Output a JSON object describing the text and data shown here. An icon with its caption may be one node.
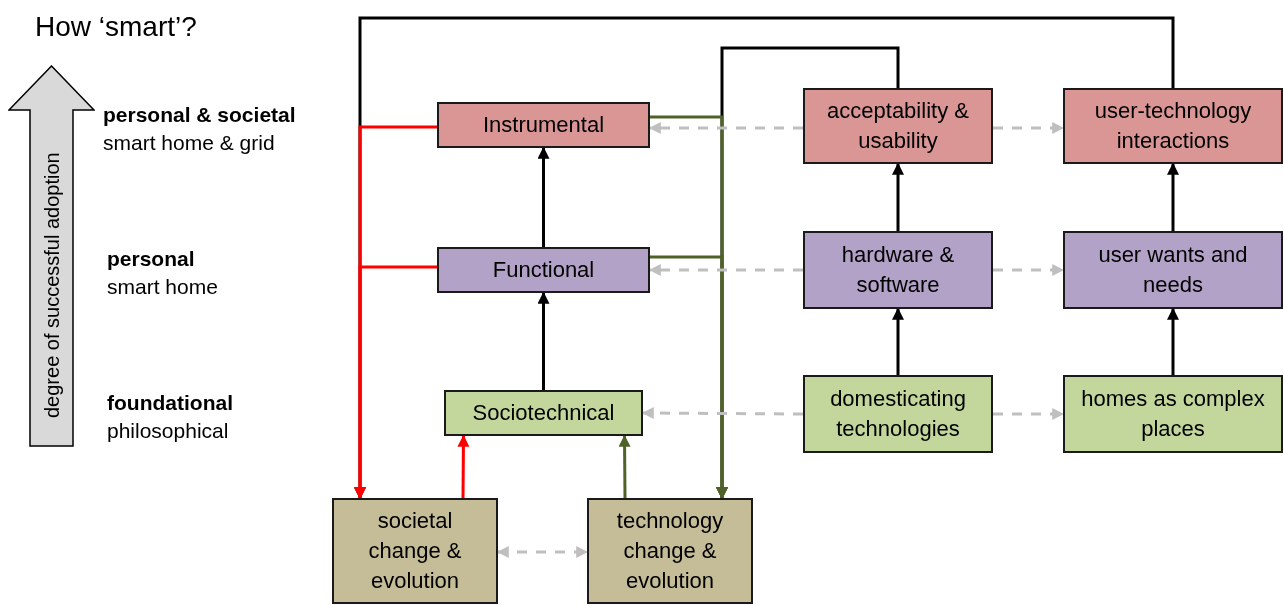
{
  "diagram": {
    "title": "How ‘smart’?",
    "nodes": [
      {
        "text": [
          "Instrumental"
        ]
      },
      {
        "text": [
          "acceptability & usability"
        ]
      },
      {
        "text": [
          "user-technology interactions"
        ]
      },
      {
        "text": [
          "Functional"
        ]
      },
      {
        "text": [
          "hardware & software"
        ]
      },
      {
        "text": [
          "user wants and needs"
        ]
      },
      {
        "text": [
          "Sociotechnical"
        ]
      },
      {
        "text": [
          "domesticating technologies"
        ]
      },
      {
        "text": [
          "homes as complex places"
        ]
      },
      {
        "text": [
          "societal change & evolution"
        ]
      },
      {
        "text": [
          "technology change & evolution"
        ]
      },
      {
        "text": [
          "degree of successful adoption"
        ]
      }
    ],
    "edges": [
      {
        "from": 3,
        "to": 0,
        "arrow": "to"
      },
      {
        "from": 6,
        "to": 3,
        "arrow": "to"
      },
      {
        "from": 4,
        "to": 1,
        "arrow": "to"
      },
      {
        "from": 7,
        "to": 4,
        "arrow": "to"
      },
      {
        "from": 5,
        "to": 2,
        "arrow": "to"
      },
      {
        "from": 8,
        "to": 5,
        "arrow": "to"
      },
      {
        "from": 0,
        "to": 9,
        "arrow": "to",
        "color": "#ff0000"
      },
      {
        "from": 3,
        "to": 9,
        "arrow": "to",
        "color": "#ff0000"
      },
      {
        "from": 2,
        "to": 9,
        "arrow": "to"
      },
      {
        "from": 0,
        "to": 10,
        "arrow": "to",
        "color": "#4f6228"
      },
      {
        "from": 3,
        "to": 10,
        "arrow": "to",
        "color": "#4f6228"
      },
      {
        "from": 1,
        "to": 10,
        "arrow": "to"
      },
      {
        "from": 9,
        "to": 6,
        "arrow": "to",
        "color": "#ff0000"
      },
      {
        "from": 10,
        "to": 6,
        "arrow": "to",
        "color": "#4f6228"
      },
      {
        "from": 1,
        "to": 0,
        "arrow": "to",
        "style": "dashed",
        "color": "#bfbfbf"
      },
      {
        "from": 1,
        "to": 2,
        "arrow": "to",
        "style": "dashed",
        "color": "#bfbfbf"
      },
      {
        "from": 4,
        "to": 3,
        "arrow": "to",
        "style": "dashed",
        "color": "#bfbfbf"
      },
      {
        "from": 4,
        "to": 5,
        "arrow": "to",
        "style": "dashed",
        "color": "#bfbfbf"
      },
      {
        "from": 7,
        "to": 6,
        "arrow": "to",
        "style": "dashed",
        "color": "#bfbfbf"
      },
      {
        "from": 7,
        "to": 8,
        "arrow": "to",
        "style": "dashed",
        "color": "#bfbfbf"
      },
      {
        "from": 9,
        "to": 10,
        "arrow": "both",
        "style": "dashed",
        "color": "#bfbfbf"
      }
    ],
    "labels": [
      "personal & societal",
      "smart home & grid",
      "personal",
      "smart home",
      "foundational",
      "philosophical"
    ]
  }
}
